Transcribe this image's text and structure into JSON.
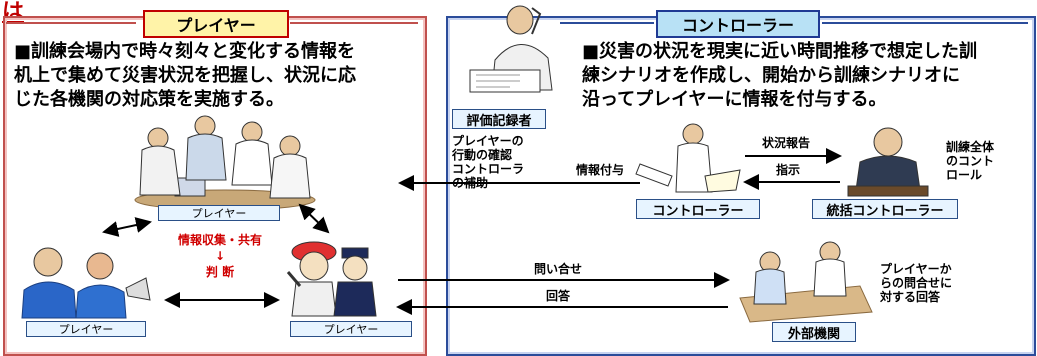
{
  "corner_text": "は",
  "left": {
    "title": "プレイヤー",
    "description_lines": [
      "■訓練会場内で時々刻々と変化する情報を",
      "机上で集めて災害状況を把握し、状況に応",
      "じた各機関の対応策を実施する。"
    ],
    "box_top": "プレイヤー",
    "box_left": "プレイヤー",
    "box_right": "プレイヤー",
    "center_text_lines": [
      "情報収集・共有",
      "↓",
      "判 断"
    ]
  },
  "right": {
    "title": "コントローラー",
    "description_lines": [
      "■災害の状況を現実に近い時間推移で想定した訓",
      "練シナリオを作成し、開始から訓練シナリオに",
      "沿ってプレイヤーに情報を付与する。"
    ],
    "evaluator_label": "評価記録者",
    "evaluator_note_lines": [
      "プレイヤーの",
      "行動の確認",
      "コントローラ",
      "の補助"
    ],
    "info_label": "情報付与",
    "report_label": "状況報告",
    "instruct_label": "指示",
    "controller_box": "コントローラー",
    "chief_box": "統括コントローラー",
    "chief_note_lines": [
      "訓練全体",
      "のコント",
      "ロール"
    ],
    "inquiry_label": "問い合せ",
    "answer_label": "回答",
    "external_box": "外部機関",
    "external_note_lines": [
      "プレイヤーか",
      "らの問合せに",
      "対する回答"
    ]
  },
  "colors": {
    "left_frame": "#c0504d",
    "right_frame": "#2b4c9a",
    "title_fill": "#fff3a8",
    "title_fill_blue": "#b8e1f5",
    "label_fill": "#e7f4ff"
  }
}
